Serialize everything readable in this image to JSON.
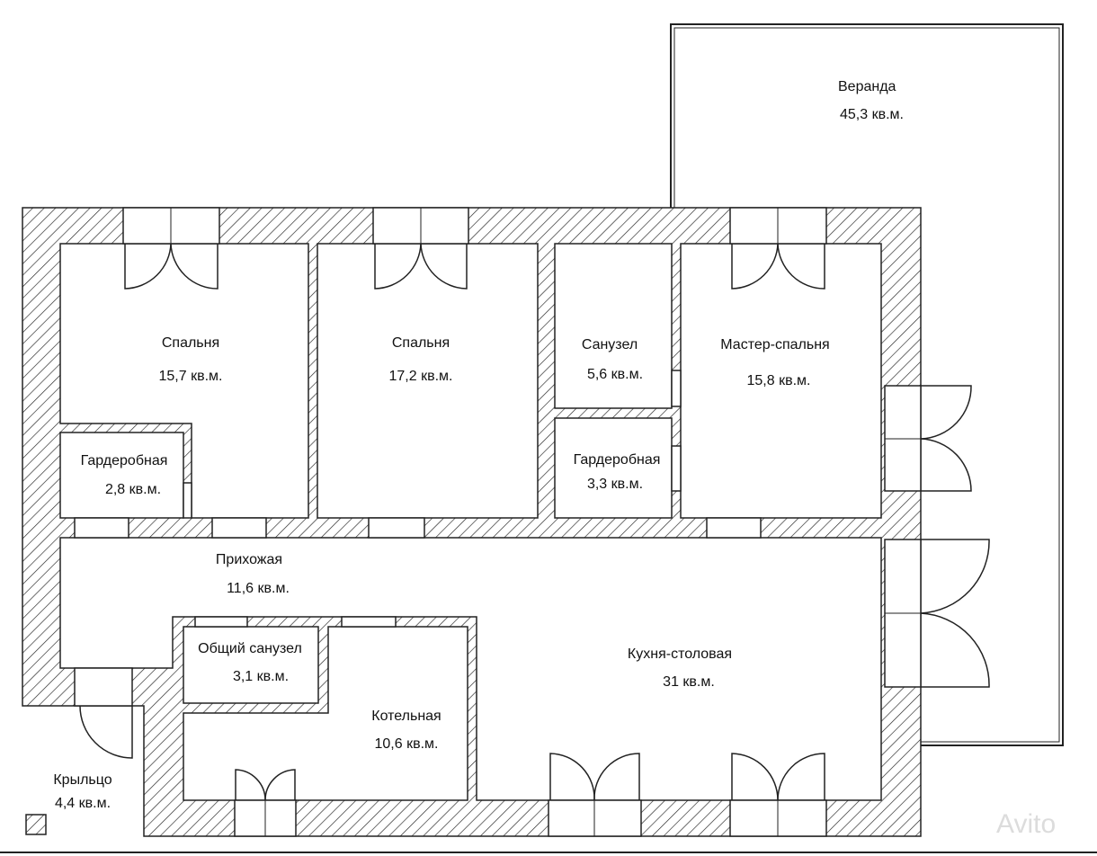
{
  "rooms": {
    "veranda": {
      "name": "Веранда",
      "area": "45,3 кв.м."
    },
    "bedroom1": {
      "name": "Спальня",
      "area": "15,7 кв.м."
    },
    "bedroom2": {
      "name": "Спальня",
      "area": "17,2 кв.м."
    },
    "bathroom": {
      "name": "Санузел",
      "area": "5,6 кв.м."
    },
    "master": {
      "name": "Мастер-спальня",
      "area": "15,8 кв.м."
    },
    "wardrobe1": {
      "name": "Гардеробная",
      "area": "2,8 кв.м."
    },
    "wardrobe2": {
      "name": "Гардеробная",
      "area": "3,3 кв.м."
    },
    "hallway": {
      "name": "Прихожая",
      "area": "11,6 кв.м."
    },
    "wc": {
      "name": "Общий санузел",
      "area": "3,1 кв.м."
    },
    "boiler": {
      "name": "Котельная",
      "area": "10,6 кв.м."
    },
    "kitchen": {
      "name": "Кухня-столовая",
      "area": "31 кв.м."
    },
    "porch": {
      "name": "Крыльцо",
      "area": "4,4 кв.м."
    }
  },
  "watermark": "Avito"
}
